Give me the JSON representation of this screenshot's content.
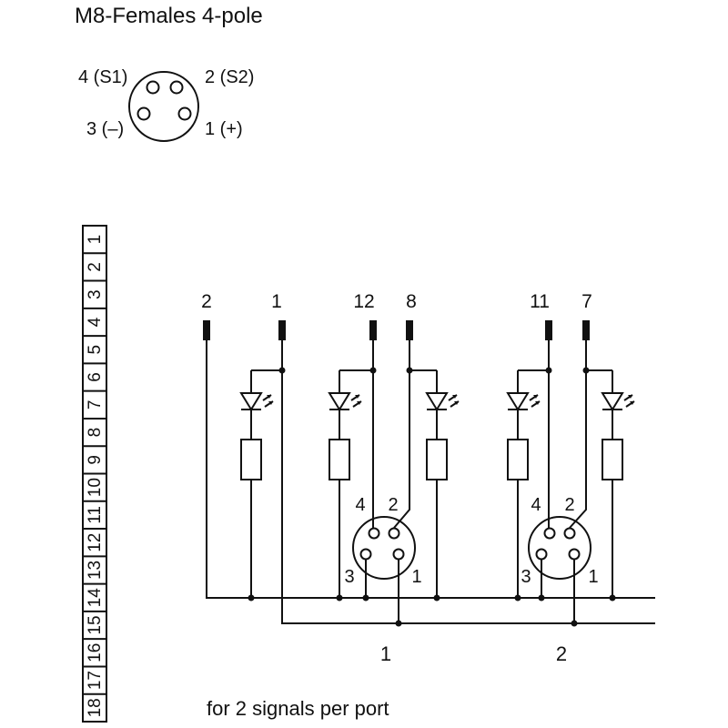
{
  "title": "M8-Females  4-pole",
  "pinout": {
    "pin4": "4 (S1)",
    "pin2": "2 (S2)",
    "pin3": "3 (–)",
    "pin1": "1 (+)"
  },
  "terminal_strip": [
    "1",
    "2",
    "3",
    "4",
    "5",
    "6",
    "7",
    "8",
    "9",
    "10",
    "11",
    "12",
    "13",
    "14",
    "15",
    "16",
    "17",
    "18"
  ],
  "top_terminals": [
    "2",
    "1",
    "12",
    "8",
    "11",
    "7"
  ],
  "ports": [
    {
      "label": "1",
      "pin4": "4",
      "pin2": "2",
      "pin3": "3",
      "pin1": "1"
    },
    {
      "label": "2",
      "pin4": "4",
      "pin2": "2",
      "pin3": "3",
      "pin1": "1"
    }
  ],
  "footer": "for 2 signals per port"
}
